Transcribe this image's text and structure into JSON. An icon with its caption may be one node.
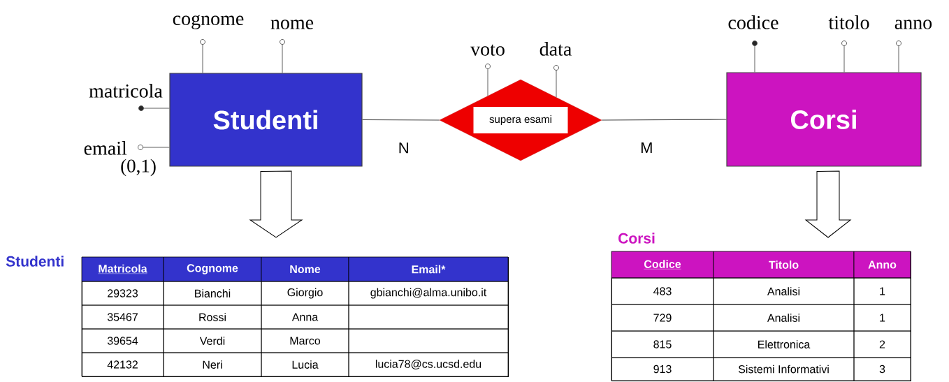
{
  "diagram": {
    "nodes": [
      {
        "text": [
          "Studenti"
        ]
      },
      {
        "text": [
          "supera esami"
        ]
      },
      {
        "text": [
          "Corsi"
        ]
      },
      {
        "text": [
          "cognome"
        ]
      },
      {
        "text": [
          "nome"
        ]
      },
      {
        "text": [
          "matricola"
        ]
      },
      {
        "text": [
          "email"
        ],
        "beside": [
          "(0,1)"
        ]
      },
      {
        "text": [
          "voto"
        ]
      },
      {
        "text": [
          "data"
        ]
      },
      {
        "text": [
          "codice"
        ]
      },
      {
        "text": [
          "titolo"
        ]
      },
      {
        "text": [
          "anno"
        ]
      },
      {
        "text": [
          "Studenti",
          "Matricola",
          "Cognome",
          "Nome",
          "Email*",
          "29323",
          "Bianchi",
          "Giorgio",
          "gbianchi@alma.unibo.it",
          "35467",
          "Rossi",
          "Anna",
          "39654",
          "Verdi",
          "Marco",
          "42132",
          "Neri",
          "Lucia",
          "lucia78@cs.ucsd.edu"
        ]
      },
      {
        "text": [
          "Corsi",
          "Codice",
          "Titolo",
          "Anno",
          "483",
          "Analisi",
          "1",
          "729",
          "Analisi",
          "1",
          "815",
          "Elettronica",
          "2",
          "913",
          "Sistemi Informativi",
          "3"
        ]
      }
    ],
    "edges": [
      {
        "from": 0,
        "to": 1,
        "arrow": "none",
        "label": "N"
      },
      {
        "from": 1,
        "to": 2,
        "arrow": "none",
        "label": "M"
      },
      {
        "from": 0,
        "to": 3,
        "arrow": "none"
      },
      {
        "from": 0,
        "to": 4,
        "arrow": "none"
      },
      {
        "from": 0,
        "to": 5,
        "arrow": "none"
      },
      {
        "from": 0,
        "to": 6,
        "arrow": "none"
      },
      {
        "from": 1,
        "to": 7,
        "arrow": "none"
      },
      {
        "from": 1,
        "to": 8,
        "arrow": "none"
      },
      {
        "from": 2,
        "to": 9,
        "arrow": "none"
      },
      {
        "from": 2,
        "to": 10,
        "arrow": "none"
      },
      {
        "from": 2,
        "to": 11,
        "arrow": "none"
      },
      {
        "from": 0,
        "to": 12,
        "arrow": "to"
      },
      {
        "from": 2,
        "to": 13,
        "arrow": "to"
      }
    ]
  }
}
